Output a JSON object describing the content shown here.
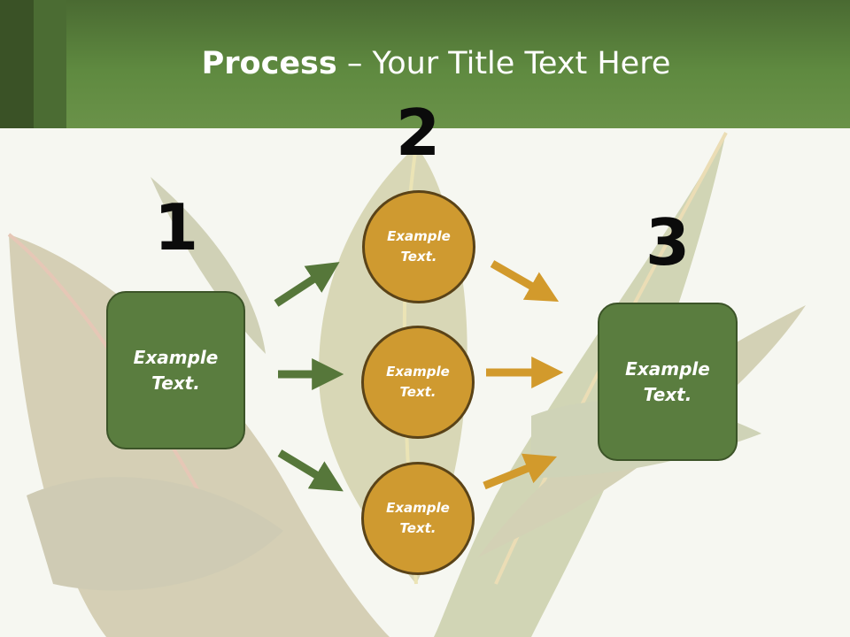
{
  "slide": {
    "title_bold": "Process",
    "title_rest": " – Your Title Text Here"
  },
  "steps": {
    "step1_number": "1",
    "step2_number": "2",
    "step3_number": "3"
  },
  "nodes": {
    "left_box_line1": "Example",
    "left_box_line2": "Text.",
    "circle_top_line1": "Example",
    "circle_top_line2": "Text.",
    "circle_mid_line1": "Example",
    "circle_mid_line2": "Text.",
    "circle_bot_line1": "Example",
    "circle_bot_line2": "Text.",
    "right_box_line1": "Example",
    "right_box_line2": "Text."
  },
  "colors": {
    "header_green": "#5f8a40",
    "box_green": "#5a7d3f",
    "circle_gold": "#cf9a30",
    "arrow_green": "#56773a",
    "arrow_gold": "#d29a2c"
  }
}
